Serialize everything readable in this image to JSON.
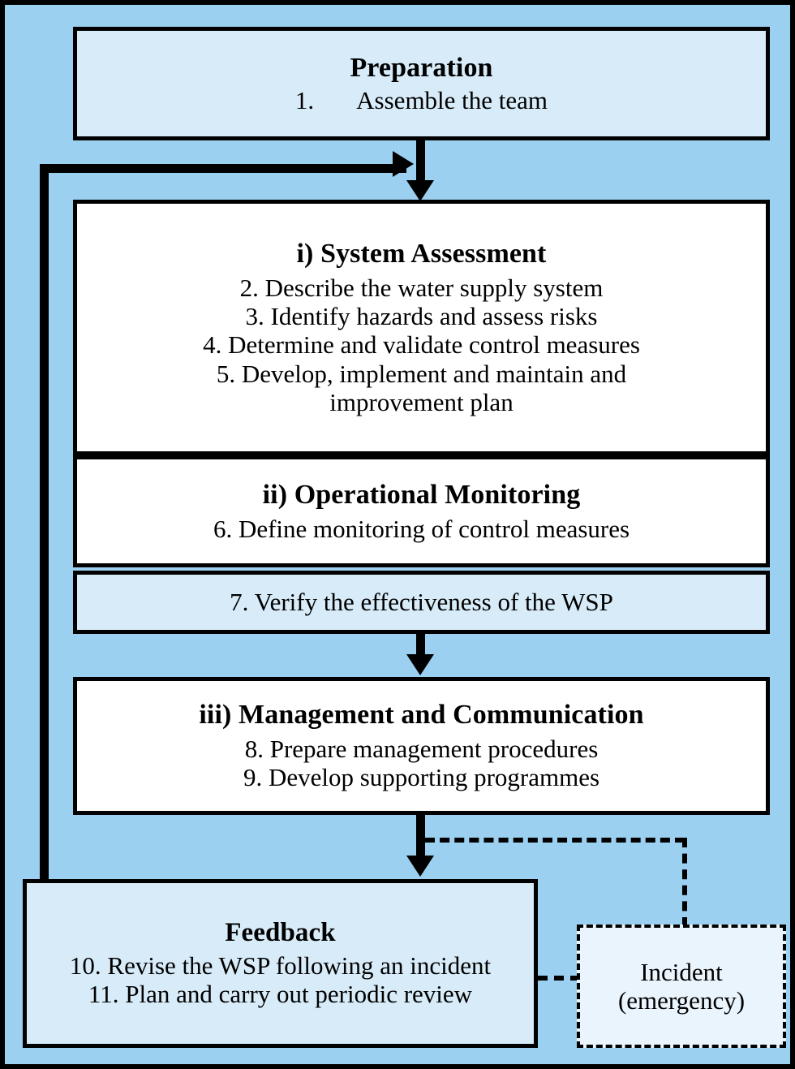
{
  "diagram": {
    "title": "Water Safety Plan (WSP) process flowchart",
    "colors": {
      "background": "#9BD0F0",
      "pale_box": "#D7EBF8",
      "white_box": "#FFFFFF",
      "dashed_box": "#EAF4FC",
      "outline": "#000000"
    },
    "preparation": {
      "heading": "Preparation",
      "item_number": "1.",
      "item_text": "Assemble the team"
    },
    "system_assessment": {
      "heading": "i) System Assessment",
      "steps": [
        "2. Describe the water supply system",
        "3. Identify hazards and assess risks",
        "4. Determine and validate control measures",
        "5. Develop, implement and maintain and improvement plan"
      ]
    },
    "operational_monitoring": {
      "heading": "ii) Operational Monitoring",
      "steps": [
        "6. Define monitoring of control measures"
      ]
    },
    "verification": {
      "step": "7. Verify the effectiveness of the WSP"
    },
    "management_communication": {
      "heading": "iii) Management and Communication",
      "steps": [
        "8. Prepare management procedures",
        "9. Develop supporting programmes"
      ]
    },
    "feedback": {
      "heading": "Feedback",
      "steps": [
        "10. Revise the WSP following an incident",
        "11. Plan and carry out periodic review"
      ]
    },
    "incident": {
      "line1": "Incident",
      "line2": "(emergency)"
    }
  }
}
